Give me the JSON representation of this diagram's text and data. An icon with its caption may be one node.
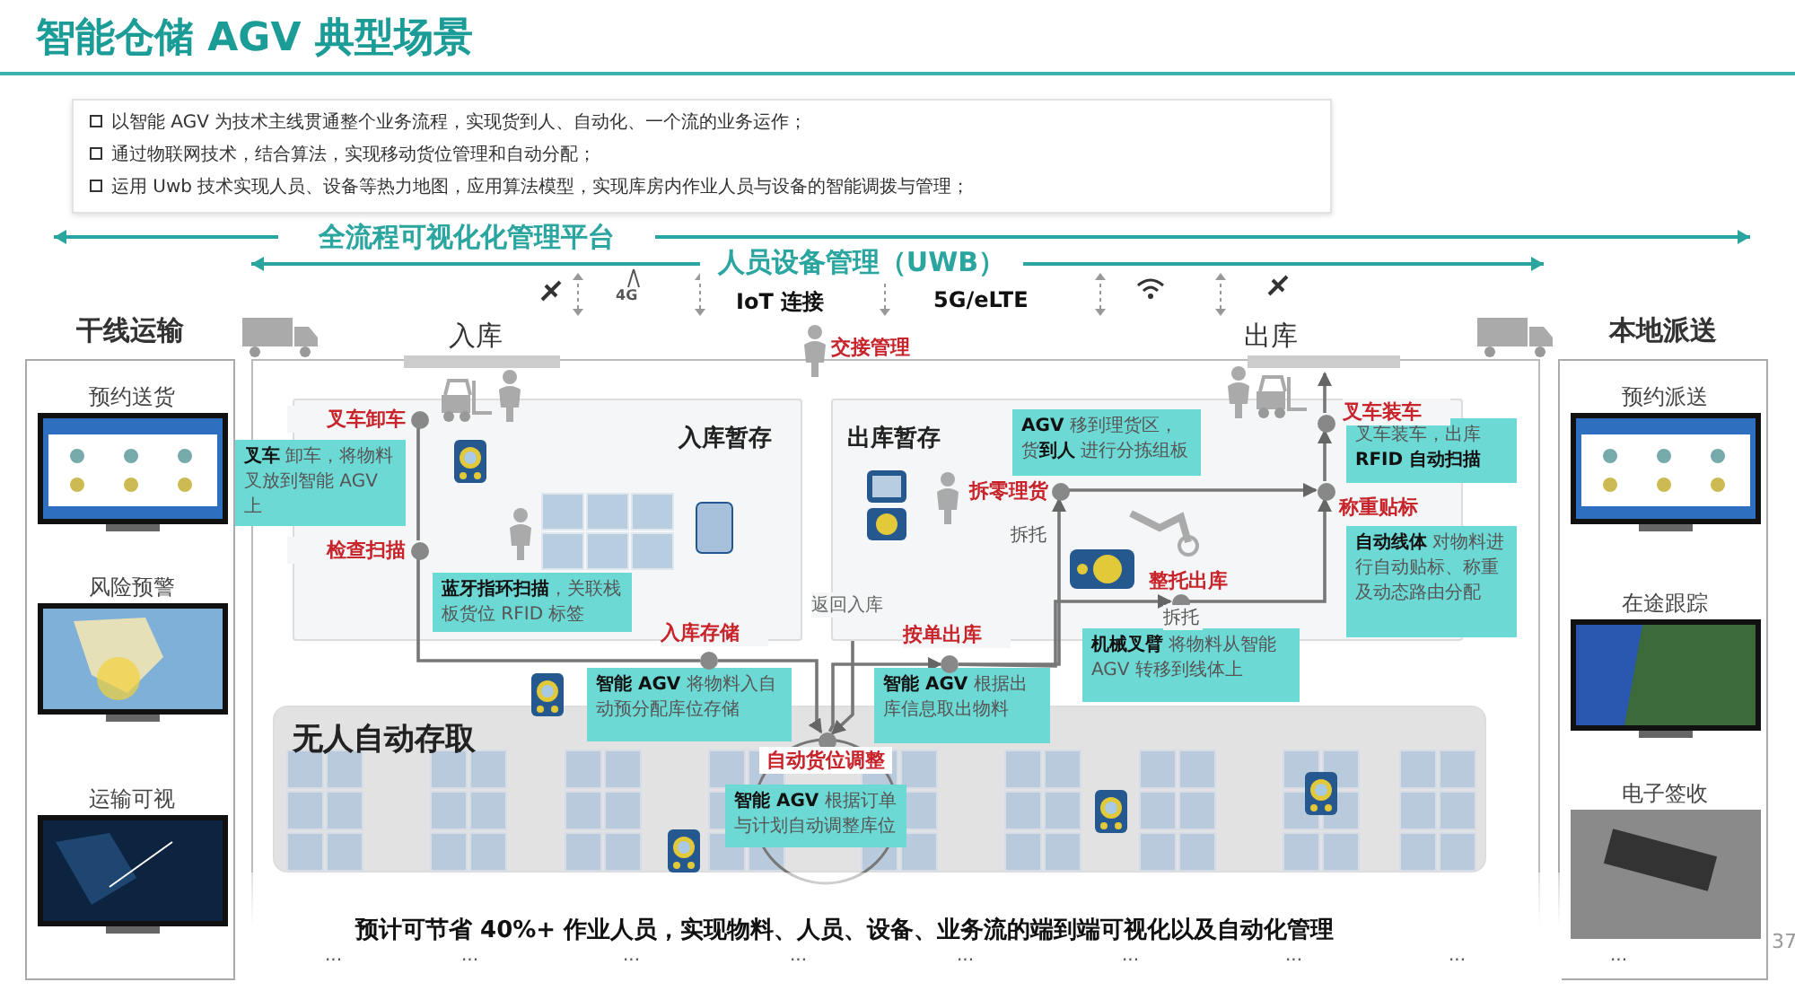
{
  "diagram": {
    "title": "智能仓储 AGV 典型场景",
    "nodes": [
      {
        "text": [
          "干线运输"
        ]
      },
      {
        "text": [
          "预约送货"
        ],
        "in": 0
      },
      {
        "text": [
          "风险预警"
        ],
        "in": 0
      },
      {
        "text": [
          "运输可视"
        ],
        "in": 0
      },
      {
        "text": [
          "本地派送"
        ]
      },
      {
        "text": [
          "预约派送"
        ],
        "in": 4
      },
      {
        "text": [
          "在途跟踪"
        ],
        "in": 4
      },
      {
        "text": [
          "电子签收"
        ],
        "in": 4
      },
      {
        "text": [
          "入库暂存"
        ]
      },
      {
        "text": [
          "出库暂存"
        ]
      },
      {
        "text": [
          "无人自动存取"
        ]
      },
      {
        "text": [
          "**叉车** 卸车，将物料叉放到智能 AGV 上"
        ]
      },
      {
        "text": [
          "**蓝牙指环扫描**，关联栈板货位 RFID 标签"
        ],
        "in": 8
      },
      {
        "text": [
          "**AGV** 移到理货区，货**到人** 进行分拣组板"
        ],
        "in": 9
      },
      {
        "text": [
          "叉车装车，出库 **RFID 自动扫描**"
        ]
      },
      {
        "text": [
          "**自动线体** 对物料进行自动贴标、称重及动态路由分配"
        ]
      },
      {
        "text": [
          "**机械叉臂** 将物料从智能 AGV 转移到线体上"
        ]
      },
      {
        "text": [
          "**智能 AGV** 将物料入自动预分配库位存储"
        ]
      },
      {
        "text": [
          "**智能 AGV** 根据出库信息取出物料"
        ]
      },
      {
        "text": [
          "**智能 AGV** 根据订单与计划自动调整库位"
        ],
        "in": 10
      },
      {
        "text": [],
        "shape": "circle",
        "beside": [
          "叉车卸车"
        ],
        "in": 8
      },
      {
        "text": [],
        "shape": "circle",
        "beside": [
          "检查扫描"
        ],
        "in": 8
      },
      {
        "text": [],
        "shape": "circle",
        "beside": [
          "入库存储"
        ]
      },
      {
        "text": [],
        "shape": "circle",
        "beside": [
          "按单出库"
        ]
      },
      {
        "text": [],
        "shape": "circle",
        "beside": [
          "拆零理货"
        ],
        "in": 9
      },
      {
        "text": [],
        "shape": "circle",
        "beside": [
          "整托出库"
        ],
        "in": 9
      },
      {
        "text": [],
        "shape": "circle",
        "beside": [
          "称重贴标"
        ],
        "in": 9
      },
      {
        "text": [],
        "shape": "circle",
        "beside": [
          "叉车装车"
        ],
        "in": 9
      },
      {
        "text": [],
        "shape": "circle",
        "beside": [
          "自动货位调整"
        ],
        "in": 10
      }
    ],
    "edges": [
      {
        "from": 20,
        "to": 21,
        "arrow": "none"
      },
      {
        "from": 21,
        "to": 22,
        "arrow": "none"
      },
      {
        "from": 22,
        "to": 28,
        "arrow": "to"
      },
      {
        "from": 9,
        "to": 28,
        "arrow": "to",
        "label": "返回入库"
      },
      {
        "from": 28,
        "to": 23,
        "arrow": "to"
      },
      {
        "from": 23,
        "to": 24,
        "arrow": "to"
      },
      {
        "from": 24,
        "to": 26,
        "arrow": "to"
      },
      {
        "from": 25,
        "to": 26,
        "arrow": "to"
      },
      {
        "from": 26,
        "to": 27,
        "arrow": "to"
      },
      {
        "from": 27,
        "to": null,
        "arrow": "to"
      },
      {
        "from": 23,
        "to": 25,
        "arrow": "to"
      }
    ],
    "labels": [
      "以智能 AGV 为技术主线贯通整个业务流程，实现货到人、自动化、一个流的业务运作；",
      "通过物联网技术，结合算法，实现移动货位管理和自动分配；",
      "运用 Uwb 技术实现人员、设备等热力地图，应用算法模型，实现库房内作业人员与设备的智能调拨与管理；",
      "全流程可视化化管理平台",
      "人员设备管理（UWB）",
      "4G",
      "IoT 连接",
      "5G/eLTE",
      "入库",
      "出库",
      "交接管理",
      "拆托",
      "拆托",
      "预计可节省 40%+ 作业人员，实现物料、人员、设备、业务流的端到端可视化以及自动化管理",
      "...",
      "...",
      "...",
      "...",
      "...",
      "...",
      "...",
      "...",
      "...",
      "37"
    ]
  }
}
